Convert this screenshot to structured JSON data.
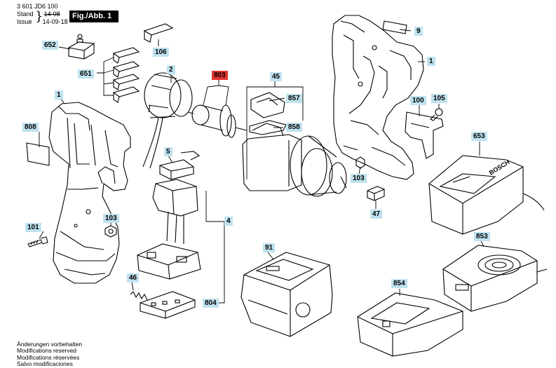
{
  "header": {
    "doc_number": "3 601 JD6 100",
    "stand_label": "Stand",
    "stand_value": "14-08",
    "issue_label": "Issue",
    "issue_value": "14-09-18",
    "figure_label": "Fig./Abb. 1"
  },
  "callouts": {
    "c652": "652",
    "c106": "106",
    "c651": "651",
    "c2": "2",
    "c803": "803",
    "c45": "45",
    "c857": "857",
    "c858": "858",
    "c9": "9",
    "c1_right": "1",
    "c100": "100",
    "c105": "105",
    "c1_left": "1",
    "c808": "808",
    "c5": "5",
    "c653": "653",
    "c103_right": "103",
    "c47": "47",
    "c4": "4",
    "c101": "101",
    "c103_left": "103",
    "c91": "91",
    "c853": "853",
    "c46": "46",
    "c804": "804",
    "c854": "854"
  },
  "brand_text": "BOSCH",
  "footer": [
    "Änderungen vorbehalten",
    "Modifications reserved",
    "Modifications réservées",
    "Salvo modificaciones"
  ],
  "colors": {
    "callout_bg": "#bfe2ef",
    "callout_highlight": "#e3342f",
    "line": "#000000"
  }
}
